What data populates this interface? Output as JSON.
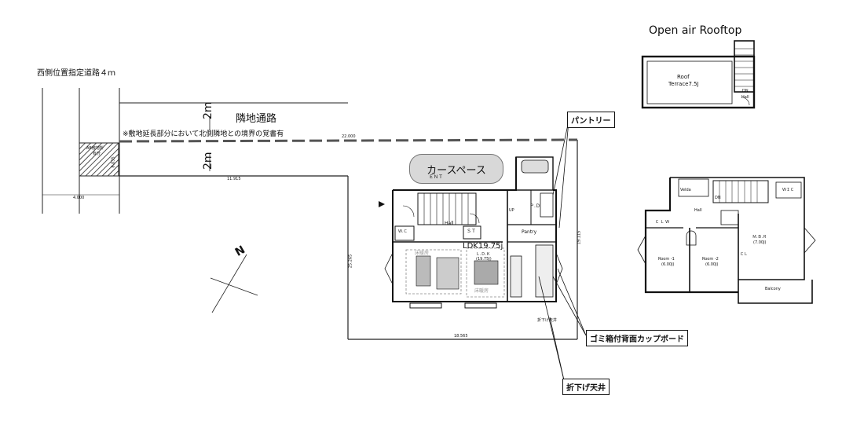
{
  "rooftop": {
    "title": "Open air Rooftop",
    "roof_label_1": "Roof",
    "roof_label_2": "Terrace7.5J",
    "dn": "DN",
    "hall": "Hall"
  },
  "road": {
    "west_road_label": "西側位置指定道路４ｍ",
    "west_road_dim": "4.000",
    "hatched_label_1": "AB敷地所",
    "hatched_label_2": "有分"
  },
  "passage": {
    "label": "隣地通路",
    "dim_upper": "2m",
    "dim_lower": "2m",
    "note": "※敷地延長部分において北側隣地との境界の覚書有",
    "dim_top_small": "22.000",
    "dim_mid_small": "11.915"
  },
  "site": {
    "north_mark": "N",
    "dim_left": "25.265",
    "dim_right": "19.115",
    "dim_bottom": "18.565",
    "dim_small_left": "8.035"
  },
  "ground_floor": {
    "car_space": "カースペース",
    "entrance": "ＥＮＴ",
    "hall": "Hall",
    "st": "ＳＴ",
    "wc": "Ｗ.Ｃ",
    "pd": "Ｐ.Ｄ",
    "pantry": "Pantry",
    "ldk_main": "LDK19.75j",
    "ldk_small_1": "Ｌ.Ｄ.Ｋ",
    "ldk_small_2": "(19.75J)",
    "floor_heat_1": "床暖房",
    "floor_heat_2": "床暖房",
    "up": "UP",
    "ceiling_note": "折下げ天井"
  },
  "callouts": {
    "pantry_call": "パントリー",
    "cupboard_call": "ゴミ箱付背面カップボード",
    "ceiling_call": "折下げ天井"
  },
  "upper_floor": {
    "velda": "Velda",
    "dn": "DN",
    "wic": "ＷＩＣ",
    "hall": "Hall",
    "clw": "Ｃ Ｌ Ｗ",
    "mbr_1": "Ｍ.Ｂ.Ｒ",
    "mbr_2": "(7.00J)",
    "room1_1": "Room -1",
    "room1_2": "(6.00J)",
    "room2_1": "Room -2",
    "room2_2": "(6.00J)",
    "cl": "ＣＬ",
    "balcony": "Balcony"
  }
}
